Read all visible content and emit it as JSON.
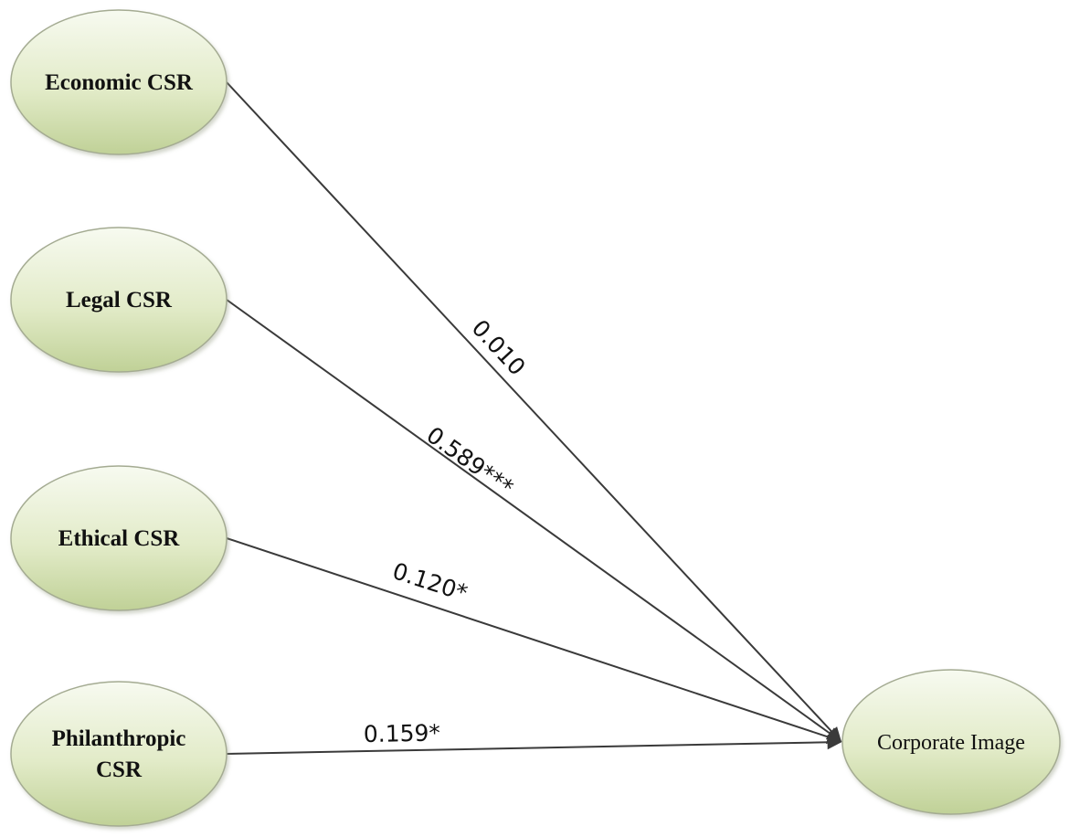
{
  "nodes": {
    "economic": {
      "label": "Economic CSR"
    },
    "legal": {
      "label": "Legal CSR"
    },
    "ethical": {
      "label": "Ethical CSR"
    },
    "philanthropic": {
      "line1": "Philanthropic",
      "line2": "CSR"
    },
    "corporate_image": {
      "label": "Corporate Image"
    }
  },
  "edges": {
    "economic": {
      "coefficient": "0.010"
    },
    "legal": {
      "coefficient": "0.589***"
    },
    "ethical": {
      "coefficient": "0.120*"
    },
    "philanthropic": {
      "coefficient": "0.159*"
    }
  },
  "colors": {
    "node_fill_top": "#f6f9ee",
    "node_fill_bottom": "#c3d39b",
    "node_stroke": "#a4ab92",
    "edge_stroke": "#3a3a3a"
  }
}
